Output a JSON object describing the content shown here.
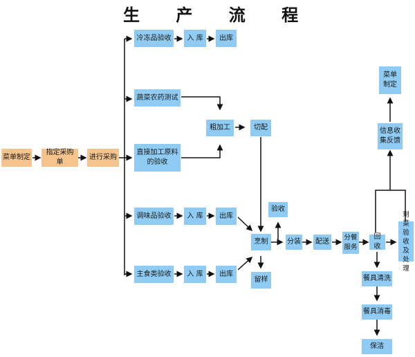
{
  "title": "生 产 流 程",
  "colors": {
    "node_blue": "#8fcbf2",
    "node_orange": "#f5c48e",
    "line": "#111111"
  },
  "nodes": {
    "menu_plan": "菜单制定",
    "purchase_list": "指定采购单",
    "purchase": "进行采购",
    "frozen_check": "冷冻品验收",
    "frozen_in": "入 库",
    "frozen_out": "出库",
    "veg_test": "蔬菜农药测试",
    "raw_check": "直接加工原料的验收",
    "rough_process": "粗加工",
    "cut": "切配",
    "seasoning_check": "调味品验收",
    "seasoning_in": "入 库",
    "seasoning_out": "出库",
    "staple_check": "主食类验收",
    "staple_in": "入 库",
    "staple_out": "出库",
    "cook": "烹制",
    "inspect": "验收",
    "sample": "留样",
    "pack": "分装",
    "deliver": "配送",
    "serve": "分餐服务",
    "recycle": "回收",
    "leftover": "剩菜验收及处理",
    "feedback": "信息收集反馈",
    "menu_plan2": "菜单制定",
    "wash": "餐具清洗",
    "disinfect": "餐具消毒",
    "clean": "保洁"
  }
}
